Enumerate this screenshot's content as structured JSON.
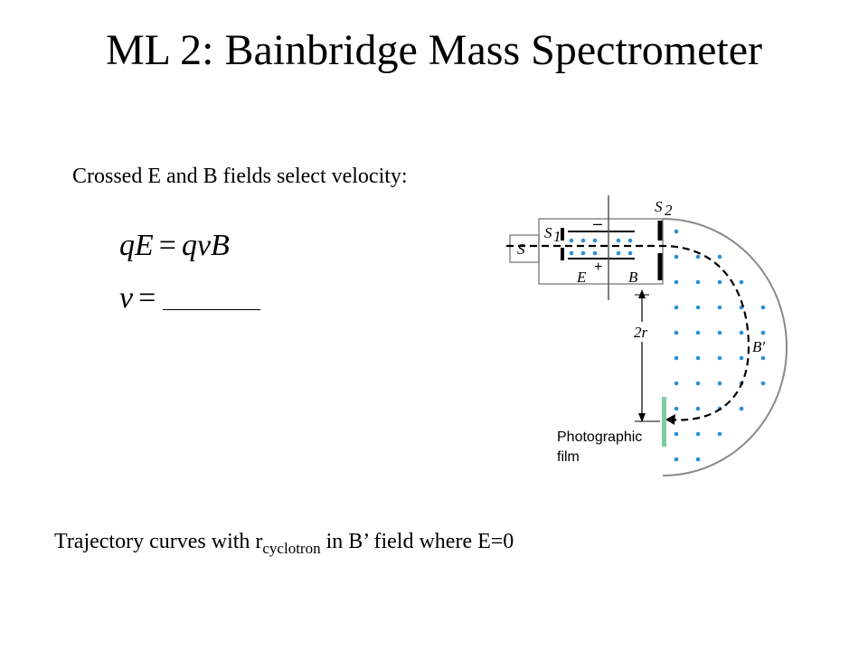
{
  "slide": {
    "title": "ML 2:  Bainbridge Mass Spectrometer",
    "subtitle": "Crossed E and B fields select velocity:",
    "equations": {
      "eq1": {
        "lhs": "qE",
        "op": "=",
        "rhs": "qvB"
      },
      "eq2": {
        "lhs": "v",
        "op": "="
      }
    },
    "bottom_text": {
      "prefix": "Trajectory curves with r",
      "subscript": "cyclotron",
      "suffix": " in B’ field where E=0"
    }
  },
  "diagram": {
    "labels": {
      "source": "S",
      "slit1": "S",
      "slit1_sub": "1",
      "slit2": "S",
      "slit2_sub": "2",
      "minus": "–",
      "plus": "+",
      "e_field": "E",
      "b_field": "B",
      "b_prime": "B′",
      "two_r": "2r",
      "film_line1": "Photographic",
      "film_line2": "film"
    },
    "colors": {
      "dots": "#2a8fd6",
      "film": "#7fc9a8",
      "outline": "#8a8a8a"
    }
  }
}
